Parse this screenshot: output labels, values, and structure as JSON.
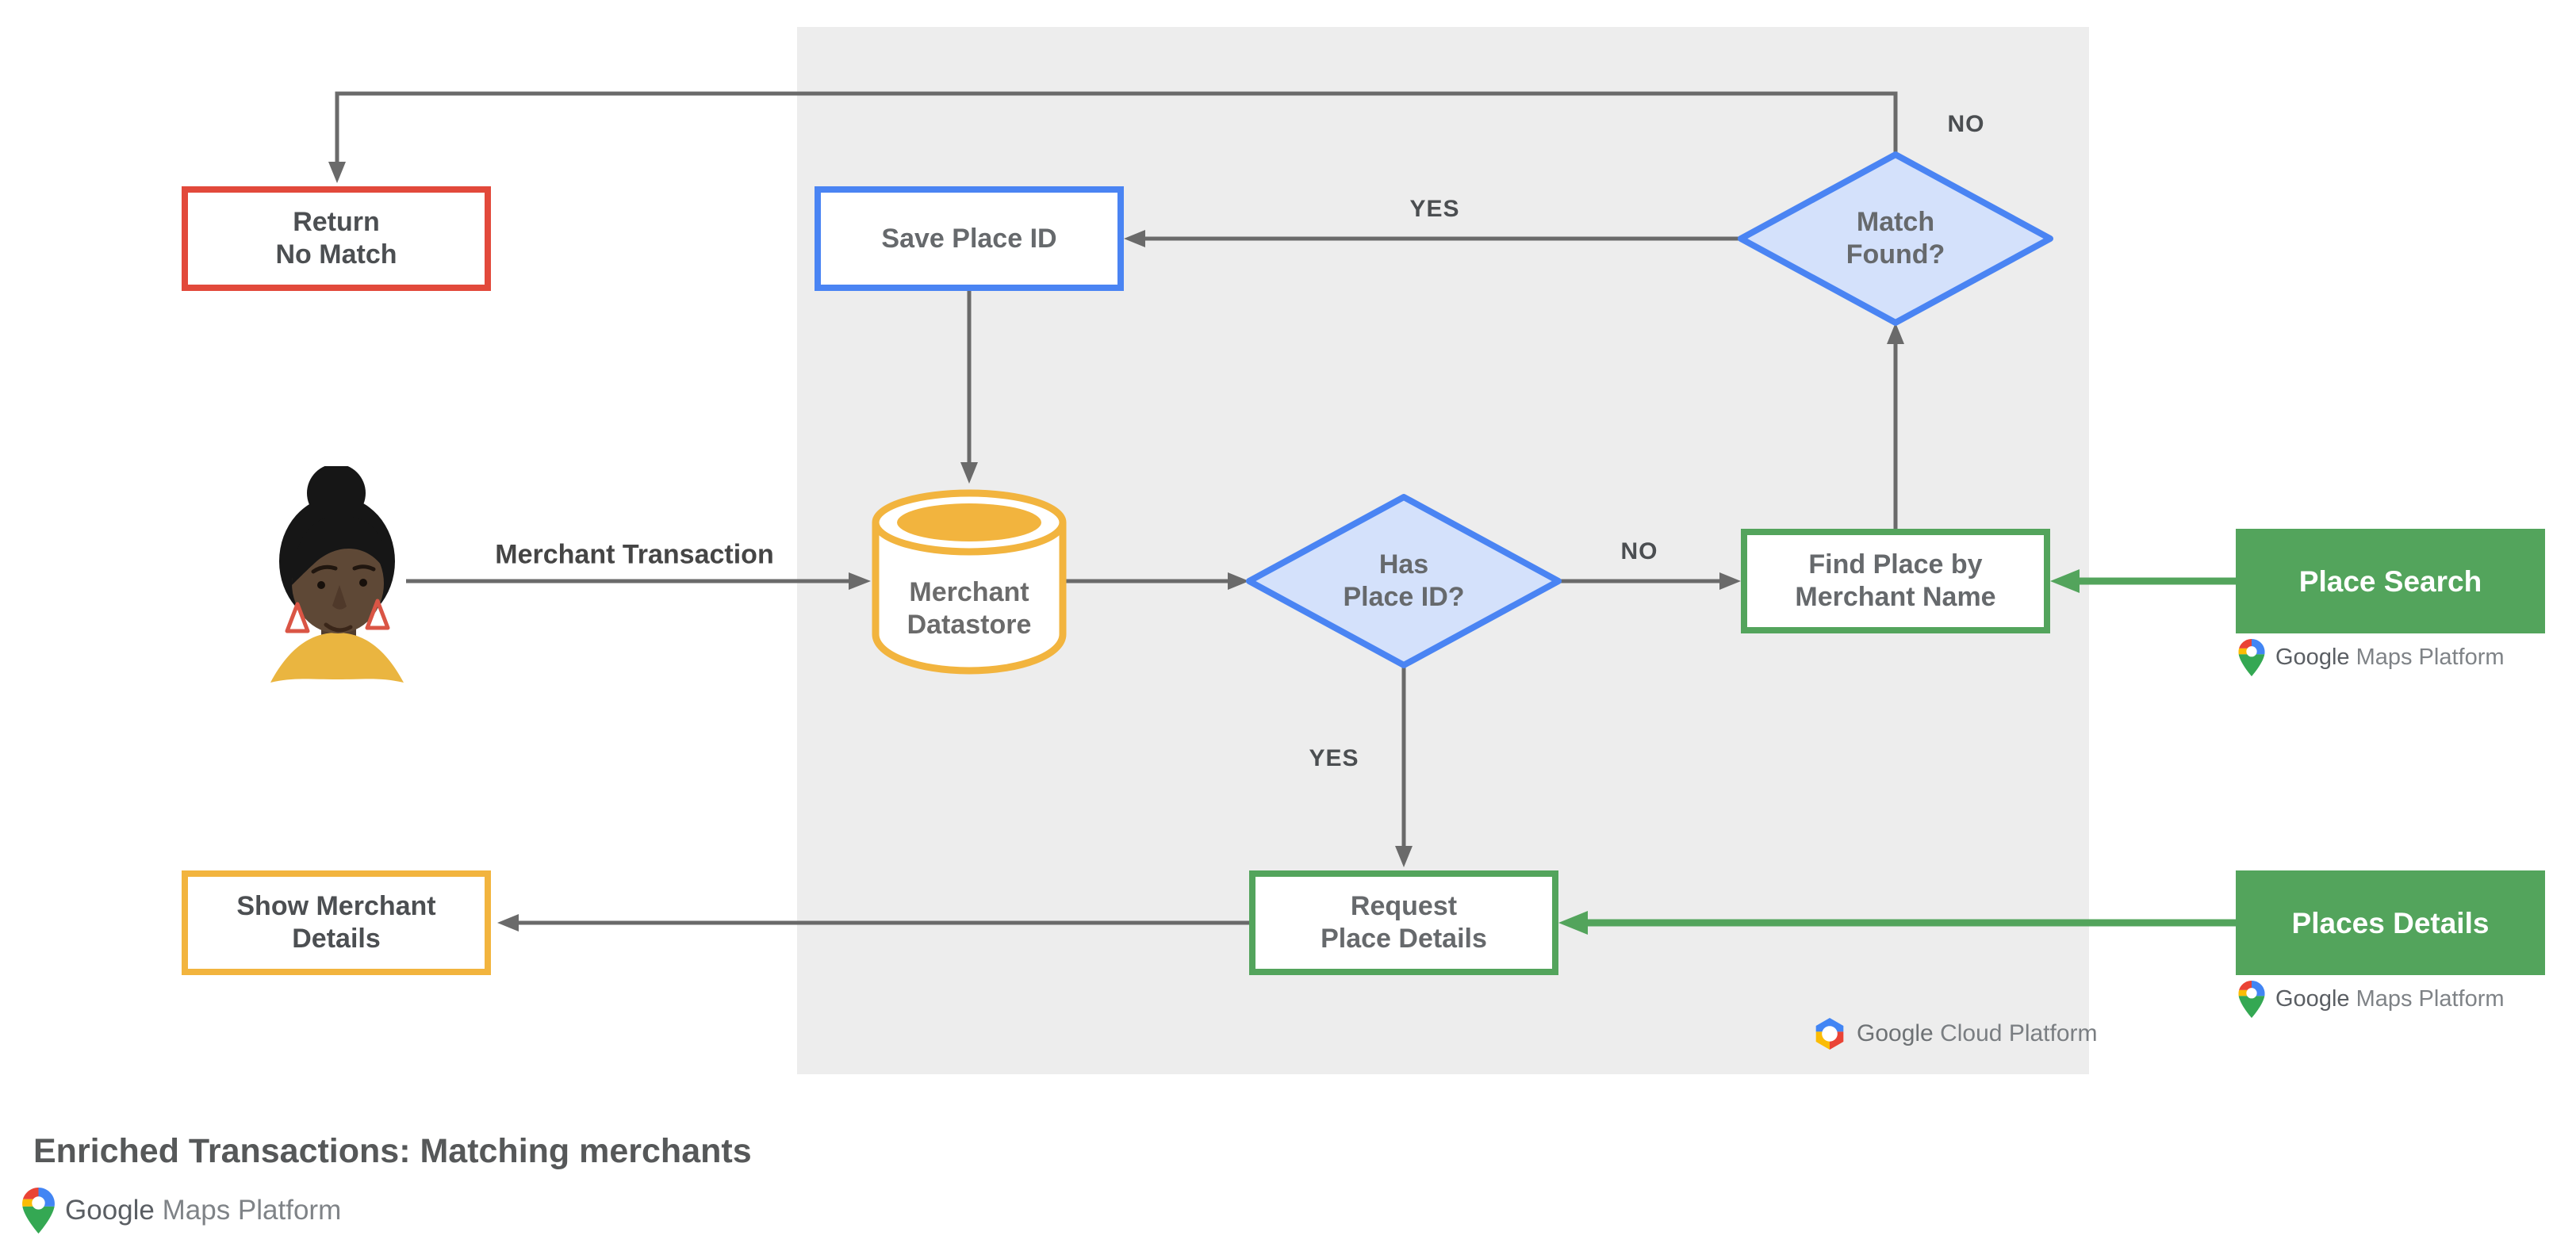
{
  "diagram": {
    "title": "Enriched Transactions: Matching merchants",
    "nodes": {
      "return_no_match": {
        "line1": "Return",
        "line2": "No Match"
      },
      "save_place_id": {
        "line1": "Save Place ID",
        "line2": ""
      },
      "match_found": {
        "line1": "Match",
        "line2": "Found?"
      },
      "merchant_datastore": {
        "line1": "Merchant",
        "line2": "Datastore"
      },
      "has_place_id": {
        "line1": "Has",
        "line2": "Place ID?"
      },
      "find_place": {
        "line1": "Find Place by",
        "line2": "Merchant Name"
      },
      "place_search": {
        "line1": "Place Search",
        "line2": ""
      },
      "request_place_details": {
        "line1": "Request",
        "line2": "Place Details"
      },
      "places_details": {
        "line1": "Places Details",
        "line2": ""
      },
      "show_merchant_details": {
        "line1": "Show Merchant",
        "line2": "Details"
      }
    },
    "edge_labels": {
      "no_return": "NO",
      "yes_save": "YES",
      "no_find": "NO",
      "yes_request": "YES"
    },
    "flow_label": "Merchant Transaction",
    "logos": {
      "maps": {
        "brand": "Google",
        "product": "Maps Platform"
      },
      "cloud": {
        "brand": "Google",
        "product": "Cloud Platform"
      }
    },
    "colors": {
      "red": "#E2493B",
      "blue": "#4A84F3",
      "blue_fill": "#D4E1FB",
      "yellow": "#F2B43E",
      "green": "#53A45C",
      "panel": "#EDEDED",
      "arrow": "#6A6A6A"
    }
  }
}
